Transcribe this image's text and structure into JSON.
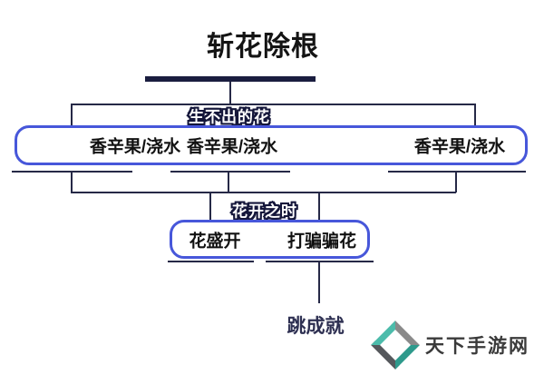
{
  "diagram": {
    "title": "斩花除根",
    "level1_label": "生不出的花",
    "level1_items": [
      "香辛果/浇水",
      "香辛果/浇水",
      "香辛果/浇水"
    ],
    "level2_label": "花开之时",
    "level2_items": [
      "花盛开",
      "打骗骗花"
    ],
    "leaf": "跳成就"
  },
  "watermark": {
    "text": "天下手游网"
  },
  "colors": {
    "accent_box_border": "#4757da",
    "connector_line": "#262947",
    "root_bar": "#1a1d3f",
    "label_outline": "#14163a",
    "label_fill": "#ffffff",
    "item_text": "#111111",
    "leaf_text": "#2e3052",
    "logo_teal": "#4cbcab",
    "logo_teal_dark": "#2e9a8c",
    "logo_gray": "#8a8a8a",
    "logo_dark_gray": "#55585c",
    "watermark_text": "#3a3a3a"
  }
}
